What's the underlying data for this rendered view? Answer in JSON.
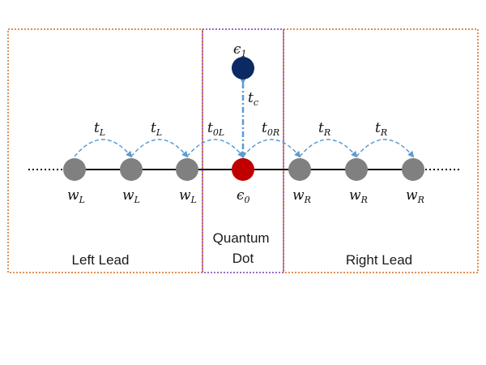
{
  "colors": {
    "lead_border": "#d46a1e",
    "dot_border": "#7a3cb8",
    "lead_site": "#808080",
    "dot_site": "#c00000",
    "upper_site": "#0b2a63",
    "hop_arrow": "#5b9bd5",
    "chain": "#111111"
  },
  "regions": {
    "left": {
      "label": "Left Lead"
    },
    "dot": {
      "label_line1": "Quantum",
      "label_line2": "Dot"
    },
    "right": {
      "label": "Right Lead"
    }
  },
  "upper_level": {
    "sym": "ϵ",
    "sub": "1"
  },
  "coupling": {
    "sym": "t",
    "sub": "c"
  },
  "hoppings": [
    {
      "sym": "t",
      "sub": "L"
    },
    {
      "sym": "t",
      "sub": "L"
    },
    {
      "sym": "t",
      "sub": "0L"
    },
    {
      "sym": "t",
      "sub": "0R"
    },
    {
      "sym": "t",
      "sub": "R"
    },
    {
      "sym": "t",
      "sub": "R"
    }
  ],
  "sites": [
    {
      "sym": "w",
      "sub": "L",
      "kind": "lead"
    },
    {
      "sym": "w",
      "sub": "L",
      "kind": "lead"
    },
    {
      "sym": "w",
      "sub": "L",
      "kind": "lead"
    },
    {
      "sym": "ϵ",
      "sub": "0",
      "kind": "dot"
    },
    {
      "sym": "w",
      "sub": "R",
      "kind": "lead"
    },
    {
      "sym": "w",
      "sub": "R",
      "kind": "lead"
    },
    {
      "sym": "w",
      "sub": "R",
      "kind": "lead"
    }
  ]
}
